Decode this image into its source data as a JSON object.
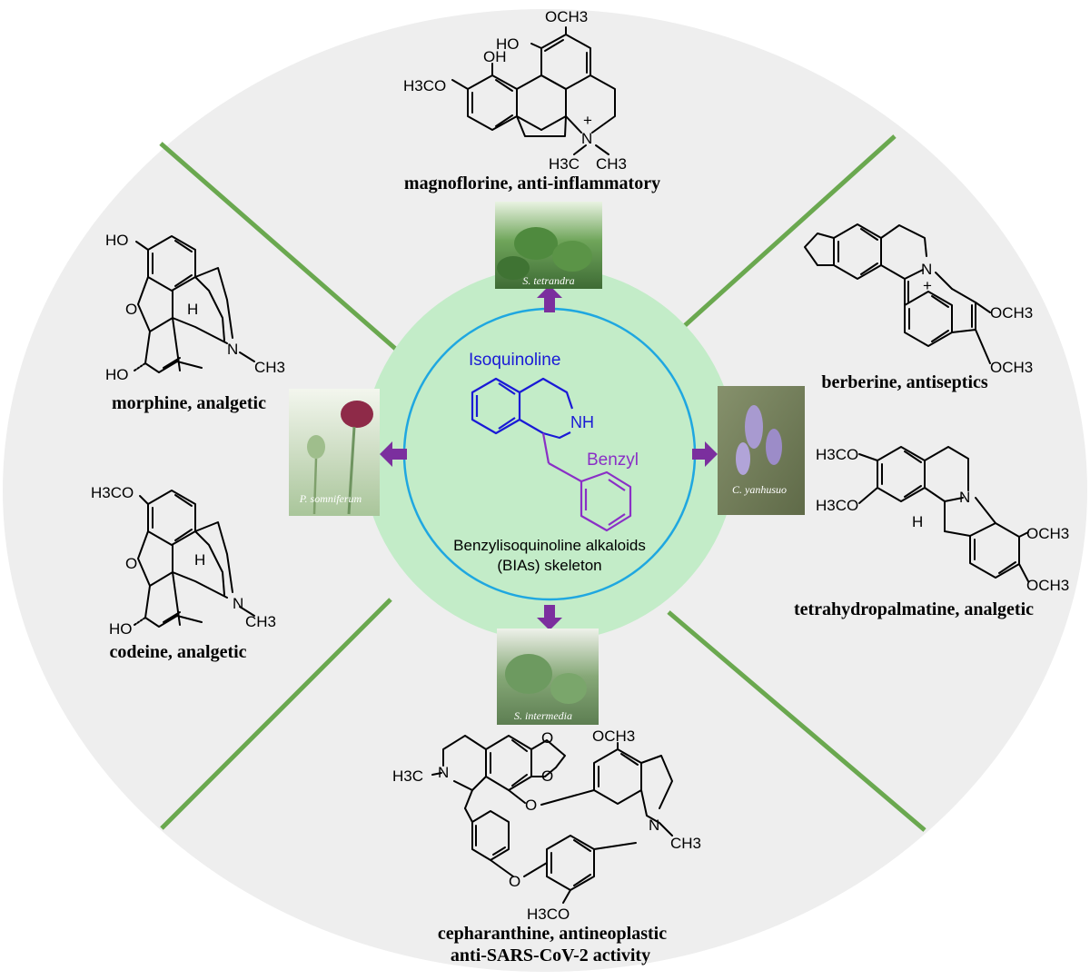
{
  "center": {
    "isoquinoline_label": "Isoquinoline",
    "nh_label": "NH",
    "benzyl_label": "Benzyl",
    "skeleton_line1": "Benzylisoquinoline alkaloids",
    "skeleton_line2": "(BIAs) skeleton"
  },
  "plants": {
    "top": "S. tetrandra",
    "left": "P. somniferum",
    "right": "C. yanhusuo",
    "bottom": "S. intermedia"
  },
  "compounds": {
    "magnoflorine": {
      "caption": "magnoflorine, anti-inflammatory",
      "och3": "OCH3",
      "ho": "HO",
      "oh": "OH",
      "h3co": "H3CO",
      "n": "N",
      "plus": "+",
      "h3c": "H3C",
      "ch3": "CH3"
    },
    "berberine": {
      "caption": "berberine, antiseptics",
      "n": "N",
      "plus": "+",
      "och3_a": "OCH3",
      "och3_b": "OCH3"
    },
    "tetrahydropalmatine": {
      "caption": "tetrahydropalmatine, analgetic",
      "h3co_a": "H3CO",
      "h3co_b": "H3CO",
      "h": "H",
      "n": "N",
      "och3_a": "OCH3",
      "och3_b": "OCH3"
    },
    "morphine": {
      "caption": "morphine, analgetic",
      "ho_top": "HO",
      "o": "O",
      "h": "H",
      "n": "N",
      "ch3": "CH3",
      "ho_bottom": "HO"
    },
    "codeine": {
      "caption": "codeine, analgetic",
      "h3co": "H3CO",
      "o": "O",
      "h": "H",
      "n": "N",
      "ch3": "CH3",
      "ho": "HO"
    },
    "cepharanthine": {
      "caption_line1": "cepharanthine, antineoplastic",
      "caption_line2": "anti-SARS-CoV-2 activity",
      "h3c_n": "H3C",
      "n_left": "N",
      "o_1": "O",
      "o_2": "O",
      "o_3": "O",
      "och3": "OCH3",
      "n_right": "N",
      "ch3": "CH3",
      "o_4": "O",
      "h3co": "H3CO"
    }
  },
  "colors": {
    "outer_disc": "#eeeeee",
    "inner_disc": "#c3ecc8",
    "ring": "#1fa7e0",
    "divider": "#6aa84f",
    "arrow": "#7b2f9e",
    "isoquinoline": "#1a1ad6",
    "benzyl": "#8a2fc6"
  }
}
